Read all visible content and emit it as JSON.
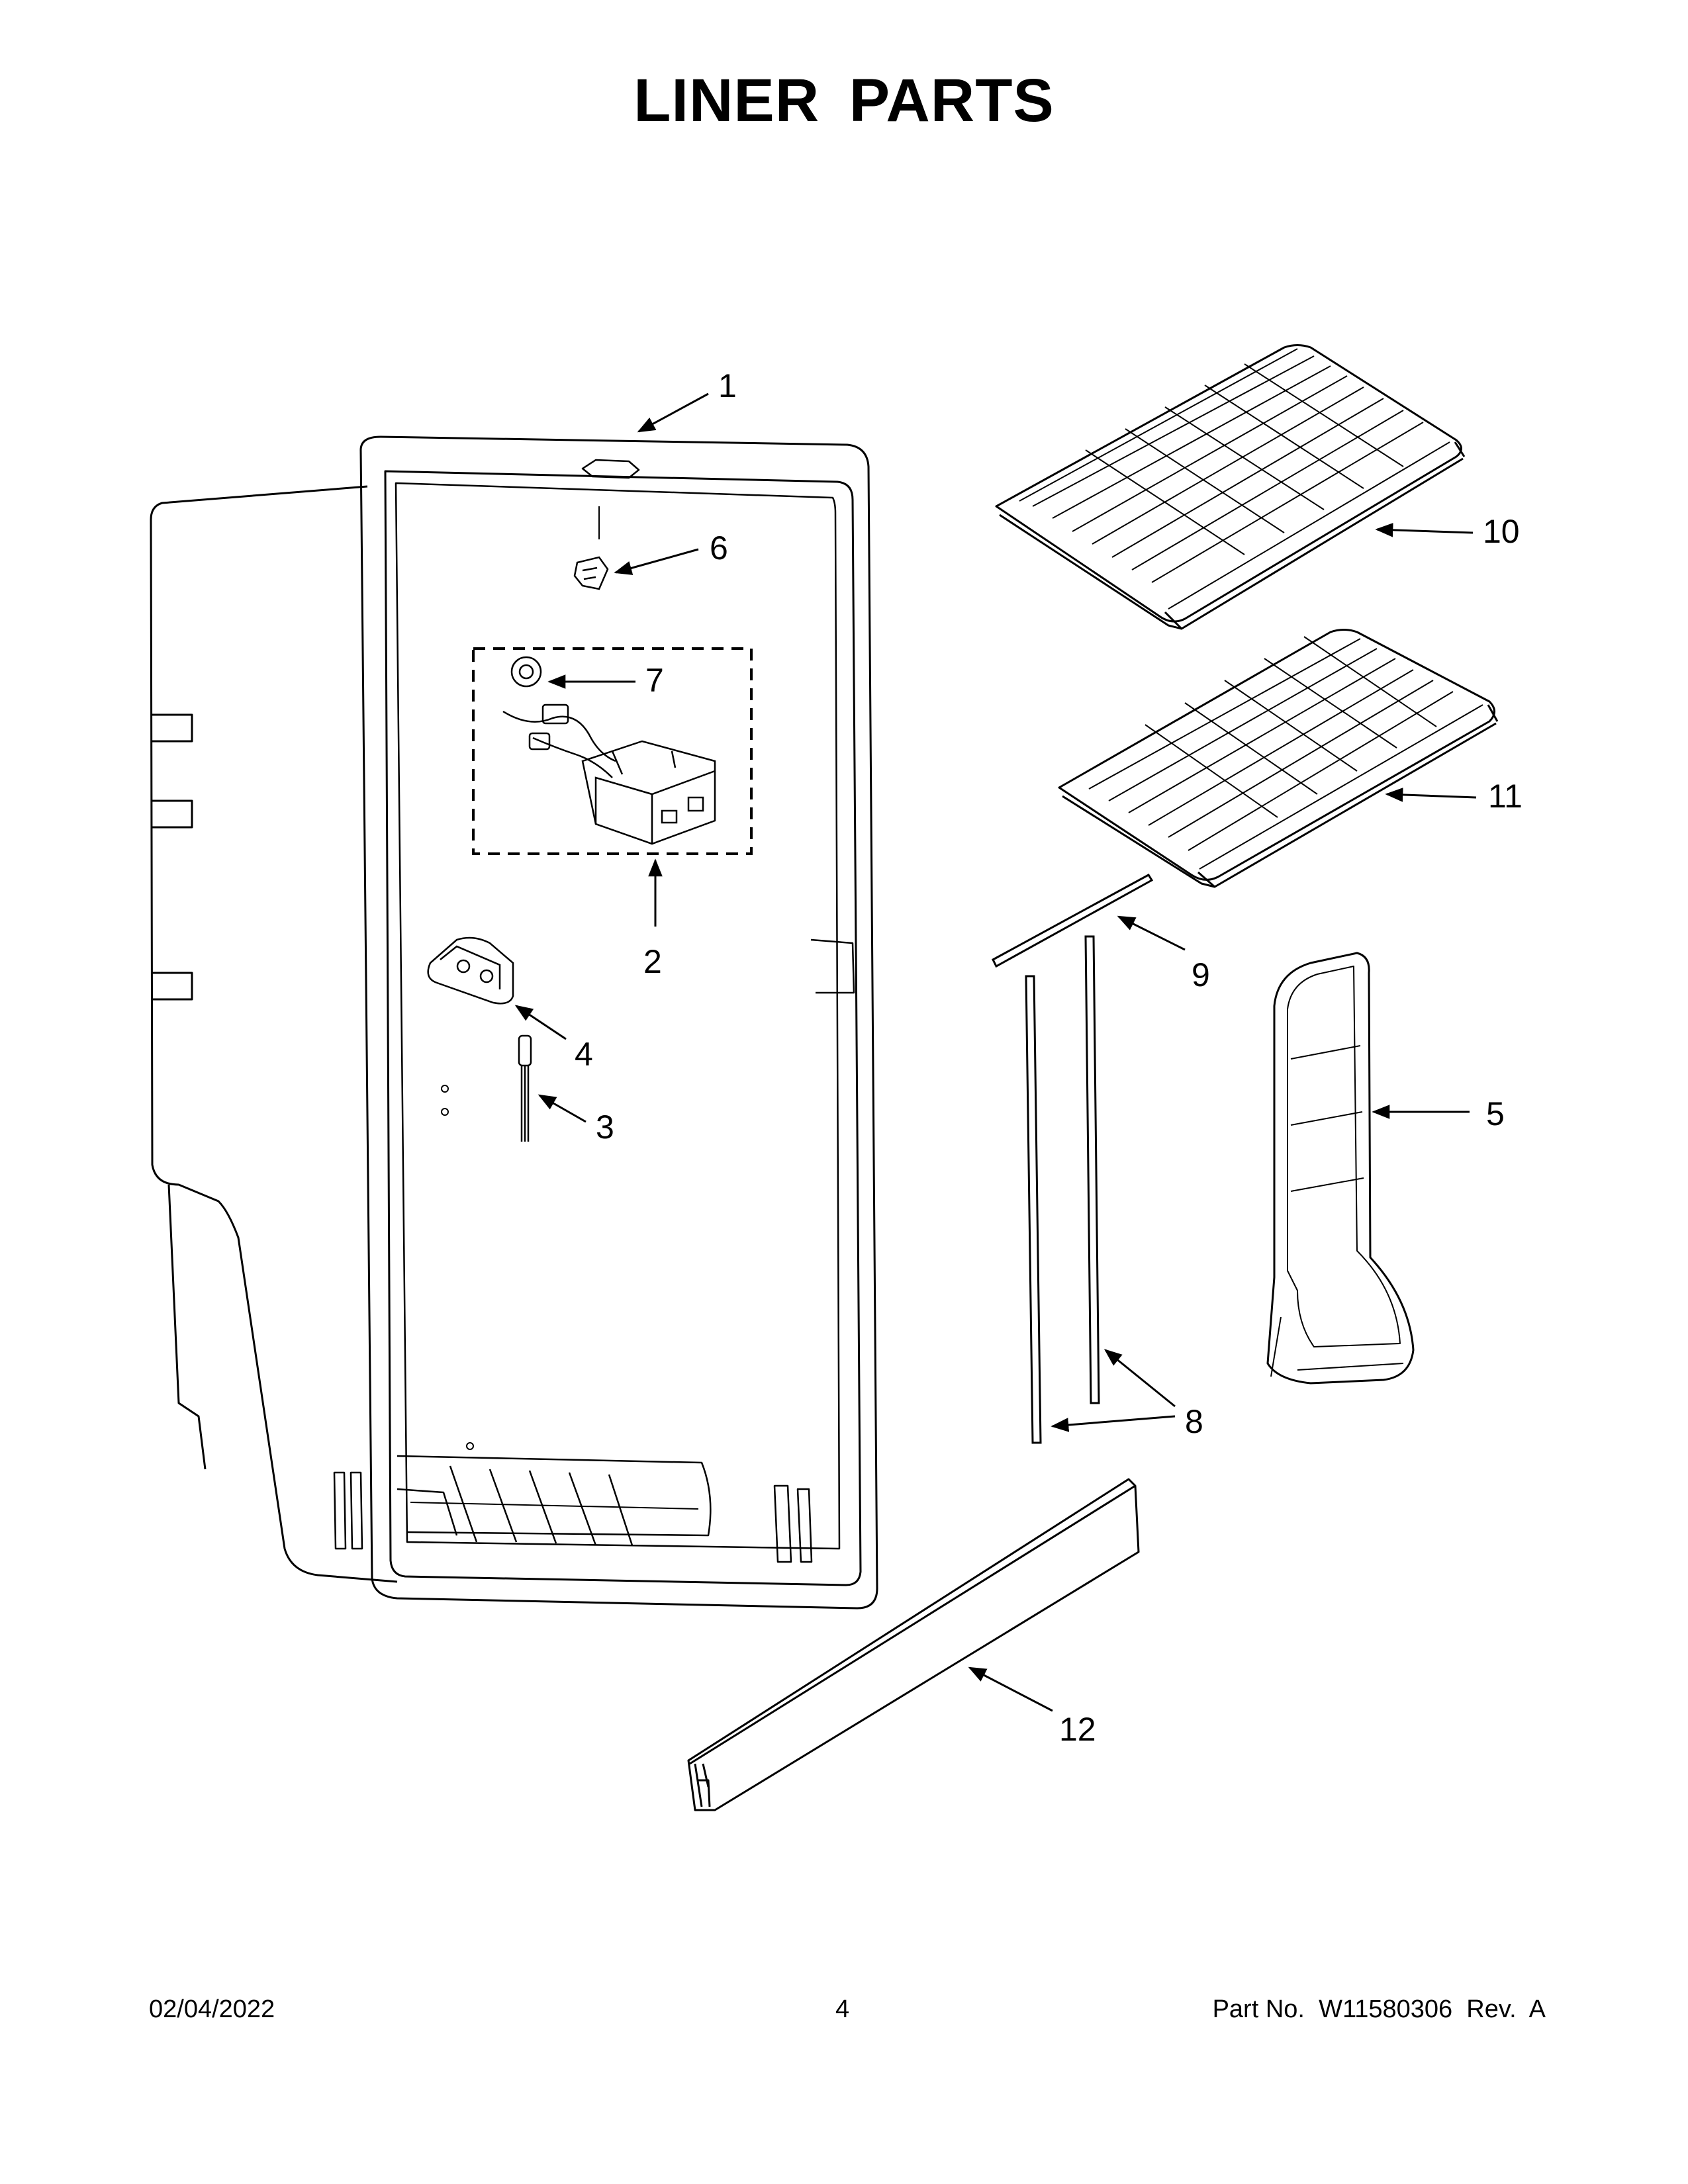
{
  "page": {
    "title": "LINER PARTS"
  },
  "callouts": [
    {
      "id": "1",
      "label": "1"
    },
    {
      "id": "2",
      "label": "2"
    },
    {
      "id": "3",
      "label": "3"
    },
    {
      "id": "4",
      "label": "4"
    },
    {
      "id": "5",
      "label": "5"
    },
    {
      "id": "6",
      "label": "6"
    },
    {
      "id": "7",
      "label": "7"
    },
    {
      "id": "8",
      "label": "8"
    },
    {
      "id": "9",
      "label": "9"
    },
    {
      "id": "10",
      "label": "10"
    },
    {
      "id": "11",
      "label": "11"
    },
    {
      "id": "12",
      "label": "12"
    }
  ],
  "footer": {
    "date": "02/04/2022",
    "page_number": "4",
    "part_number": "Part No.  W11580306  Rev.  A"
  },
  "colors": {
    "line": "#000000",
    "background": "#ffffff"
  }
}
